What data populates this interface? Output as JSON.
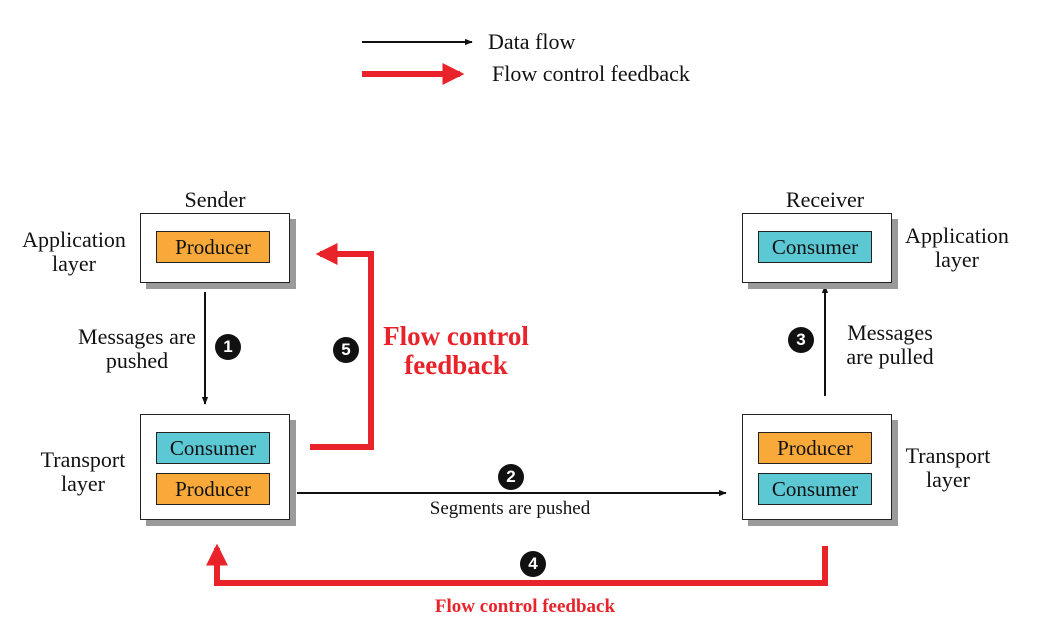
{
  "legend": {
    "data_flow": "Data flow",
    "flow_control_feedback": "Flow control feedback"
  },
  "sender": {
    "title": "Sender",
    "app_layer_label": "Application layer",
    "app_producer": "Producer",
    "transport_layer_label": "Transport layer",
    "transport_consumer": "Consumer",
    "transport_producer": "Producer"
  },
  "receiver": {
    "title": "Receiver",
    "app_layer_label": "Application layer",
    "app_consumer": "Consumer",
    "transport_layer_label": "Transport layer",
    "transport_producer": "Producer",
    "transport_consumer": "Consumer"
  },
  "steps": {
    "s1_number": "1",
    "s1_label": "Messages are pushed",
    "s2_number": "2",
    "s2_label": "Segments are pushed",
    "s3_number": "3",
    "s3_label": "Messages are pulled",
    "s4_number": "4",
    "s4_label": "Flow control feedback",
    "s5_number": "5",
    "s5_label": "Flow control feedback"
  },
  "colors": {
    "producer": "#f8a93a",
    "consumer": "#5bc8d4",
    "feedback": "#e8232a",
    "data_flow": "#111111"
  }
}
